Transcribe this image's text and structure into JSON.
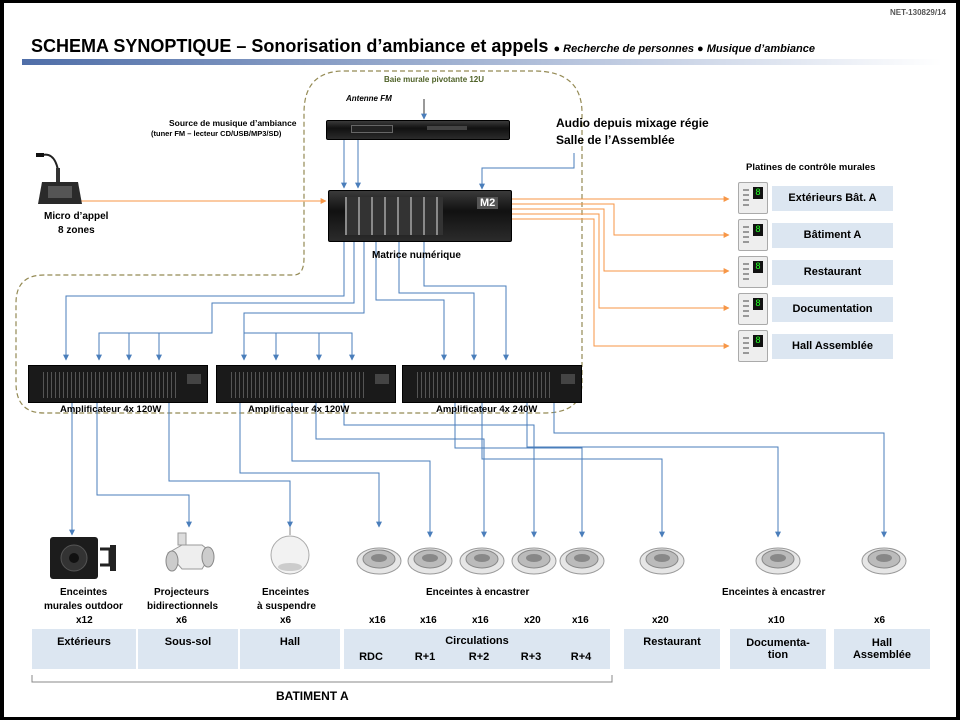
{
  "ref": "NET-130829/14",
  "title": {
    "main": "SCHEMA SYNOPTIQUE – Sonorisation  d’ambiance  et  appels",
    "sub": "● Recherche  de  personnes  ● Musique  d’ambiance"
  },
  "rack_label": "Baie murale pivotante 12U",
  "antenna_label": "Antenne FM",
  "source": {
    "title": "Source de musique d’ambiance",
    "sub": "(tuner FM – lecteur CD/USB/MP3/SD)"
  },
  "audio_in": {
    "line1": "Audio depuis mixage régie",
    "line2": "Salle de l’Assemblée"
  },
  "mic": {
    "line1": "Micro d’appel",
    "line2": "8 zones"
  },
  "matrix": {
    "label": "Matrice numérique",
    "badge": "M2"
  },
  "controls": {
    "title": "Platines de contrôle  murales",
    "items": [
      "Extérieurs Bât. A",
      "Bâtiment A",
      "Restaurant",
      "Documentation",
      "Hall Assemblée"
    ],
    "digit": "8"
  },
  "amplifiers": [
    "Amplificateur 4x 120W",
    "Amplificateur 4x 120W",
    "Amplificateur 4x 240W"
  ],
  "speaker_labels": {
    "outdoor": {
      "l1": "Enceintes",
      "l2": "murales outdoor",
      "qty": "x12"
    },
    "projector": {
      "l1": "Projecteurs",
      "l2": "bidirectionnels",
      "qty": "x6"
    },
    "pendant": {
      "l1": "Enceintes",
      "l2": "à suspendre",
      "qty": "x6"
    },
    "ceiling_group1": "Enceintes  à encastrer",
    "ceiling_group2": "Enceintes  à encastrer"
  },
  "ceiling_qty": [
    "x16",
    "x16",
    "x16",
    "x20",
    "x16",
    "x20",
    "x10",
    "x6"
  ],
  "zones": {
    "exterieurs": "Extérieurs",
    "soussol": "Sous-sol",
    "hall": "Hall",
    "circulations": {
      "title": "Circulations",
      "floors": [
        "RDC",
        "R+1",
        "R+2",
        "R+3",
        "R+4"
      ]
    },
    "restaurant": "Restaurant",
    "documentation": {
      "l1": "Documenta-",
      "l2": "tion"
    },
    "hall_assemblee": {
      "l1": "Hall",
      "l2": "Assemblée"
    }
  },
  "building": "BATIMENT A",
  "colors": {
    "wire_blue": "#4a7ebb",
    "wire_orange": "#f79646",
    "zone_fill": "#dce6f1",
    "dashed": "#948a54"
  }
}
